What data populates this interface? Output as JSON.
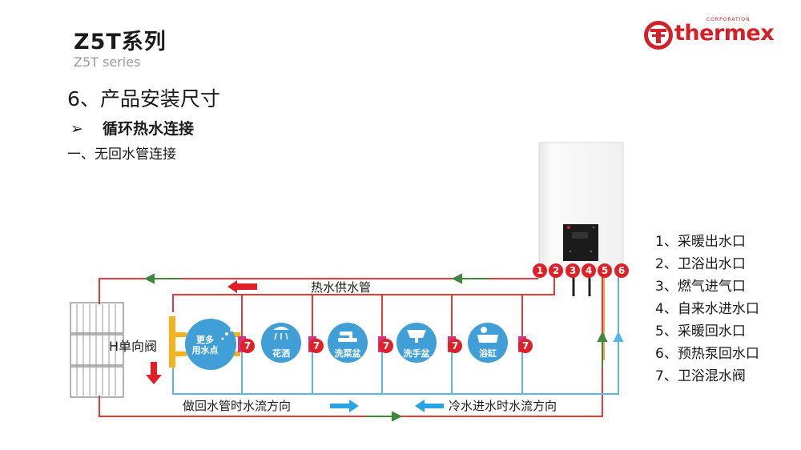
{
  "header": {
    "title": "Z5T系列",
    "subtitle": "Z5T series",
    "brand": "thermex",
    "brand_small": "CORPORATION"
  },
  "section": {
    "title": "6、产品安装尺寸",
    "bullet_marker": "➢",
    "bullet": "循环热水连接",
    "sub_item": "一、无回水管连接"
  },
  "diagram": {
    "hot_supply_label": "热水供水管",
    "return_flow_label": "做回水管时水流方向",
    "cold_flow_label": "冷水进水时水流方向",
    "valve_label": "H单向阀",
    "ports": [
      "1",
      "2",
      "3",
      "4",
      "5",
      "6"
    ],
    "mixer_valve_number": "7",
    "fixtures": [
      {
        "label": "更多\n用水点",
        "icon": "more-points-icon"
      },
      {
        "label": "花洒",
        "icon": "shower-icon"
      },
      {
        "label": "洗菜盆",
        "icon": "kitchen-sink-icon"
      },
      {
        "label": "洗手盆",
        "icon": "wash-basin-icon"
      },
      {
        "label": "浴缸",
        "icon": "bathtub-icon"
      }
    ],
    "colors": {
      "hot": "#e53a3a",
      "cold": "#5ab6e6",
      "return_arrow": "#3e8a3a",
      "valve": "#d63384",
      "fixture": "#3f9fd6",
      "h_valve": "#f5b21a",
      "badge": "#e01f26"
    }
  },
  "legend": [
    "1、采暖出水口",
    "2、卫浴出水口",
    "3、燃气进气口",
    "4、自来水进水口",
    "5、采暖回水口",
    "6、预热泵回水口",
    "7、卫浴混水阀"
  ]
}
